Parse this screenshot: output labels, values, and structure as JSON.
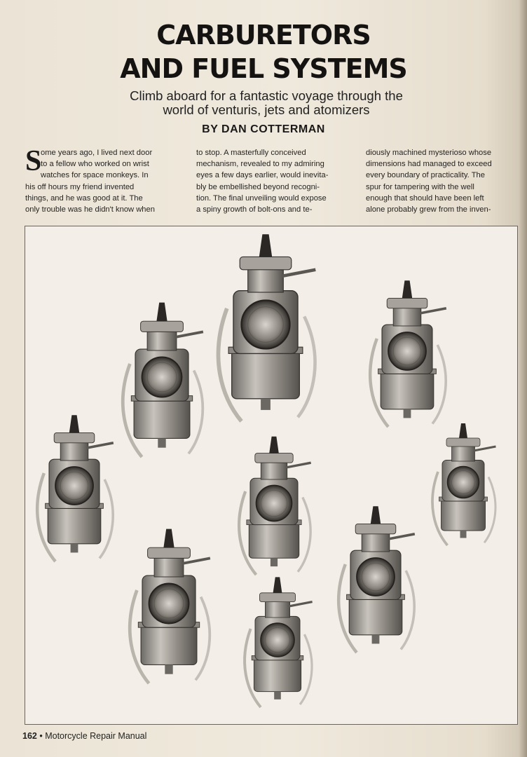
{
  "article": {
    "title_line1": "CARBURETORS",
    "title_line2": "AND FUEL SYSTEMS",
    "subtitle_line1": "Climb aboard for a fantastic voyage through the",
    "subtitle_line2": "world of venturis, jets and atomizers",
    "byline": "BY DAN COTTERMAN",
    "dropcap": "S",
    "column1": [
      "ome years ago, I lived next door",
      "to a fellow who worked on wrist",
      "watches for space monkeys. In",
      "his off hours my friend invented",
      "things, and he was good at it. The",
      "only trouble was he didn't know when"
    ],
    "column2": [
      "to stop. A masterfully conceived",
      "mechanism, revealed to my admiring",
      "eyes a few days earlier, would inevita-",
      "bly be embellished beyond recogni-",
      "tion. The final unveiling would expose",
      "a spiny growth of bolt-ons and te-"
    ],
    "column3": [
      "diously machined mysterioso whose",
      "dimensions had managed to exceed",
      "every boundary of practicality. The",
      "spur for tampering with the well",
      "enough that should have been left",
      "alone probably grew from the inven-"
    ]
  },
  "footer": {
    "page_number": "162",
    "separator": "•",
    "publication": "Motorcycle Repair Manual"
  }
}
